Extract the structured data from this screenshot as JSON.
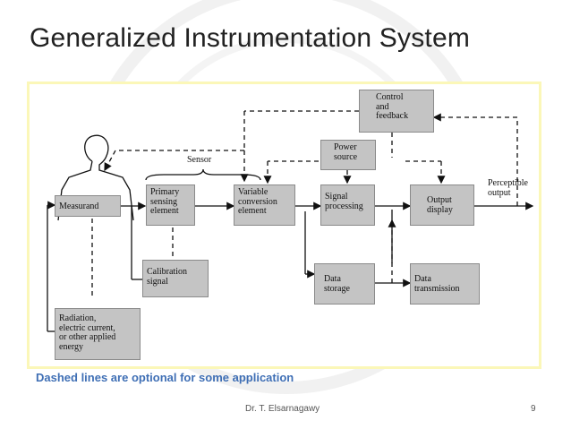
{
  "slide": {
    "title": "Generalized Instrumentation System",
    "note": "Dashed lines are optional for some application",
    "footer": "Dr. T. Elsarnagawy",
    "page_number": "9"
  },
  "diagram": {
    "blocks": {
      "measurand": "Measurand",
      "primary_sensing": "Primary\nsensing\nelement",
      "variable_conversion": "Variable\nconversion\nelement",
      "signal_processing": "Signal\nprocessing",
      "output_display": "Output\ndisplay",
      "control_feedback": "Control\nand\nfeedback",
      "power_source": "Power\nsource",
      "calibration_signal": "Calibration\nsignal",
      "data_storage": "Data\nstorage",
      "data_transmission": "Data\ntransmission",
      "radiation": "Radiation,\nelectric current,\nor other applied\nenergy"
    },
    "labels": {
      "sensor": "Sensor",
      "perceptible_output": "Perceptible\noutput"
    }
  }
}
